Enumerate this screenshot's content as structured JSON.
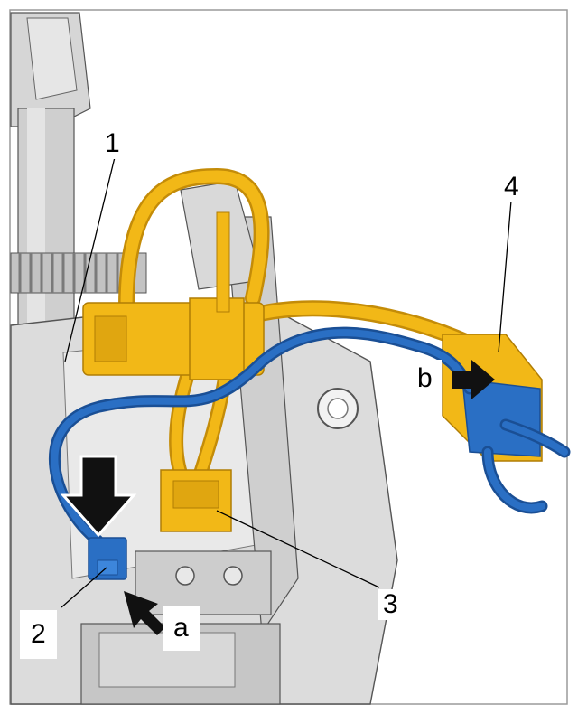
{
  "callouts": {
    "part_1": "1",
    "part_2": "2",
    "part_3": "3",
    "part_4": "4",
    "step_a": "a",
    "step_b": "b"
  },
  "colors": {
    "wire_yellow": "#f2b817",
    "wire_yellow_dark": "#c48c08",
    "wire_blue": "#2a6fc4",
    "wire_blue_dark": "#1a4f95",
    "metal_light": "#e3e3e3",
    "metal_mid": "#c9c9c9",
    "metal_dark": "#8f8f8f",
    "arrow": "#111111",
    "outline": "#333333"
  },
  "icons": {
    "press_arrow": "down-arrow-icon",
    "release_arrow_a": "diagonal-arrow-icon",
    "release_arrow_b": "right-arrow-icon"
  }
}
